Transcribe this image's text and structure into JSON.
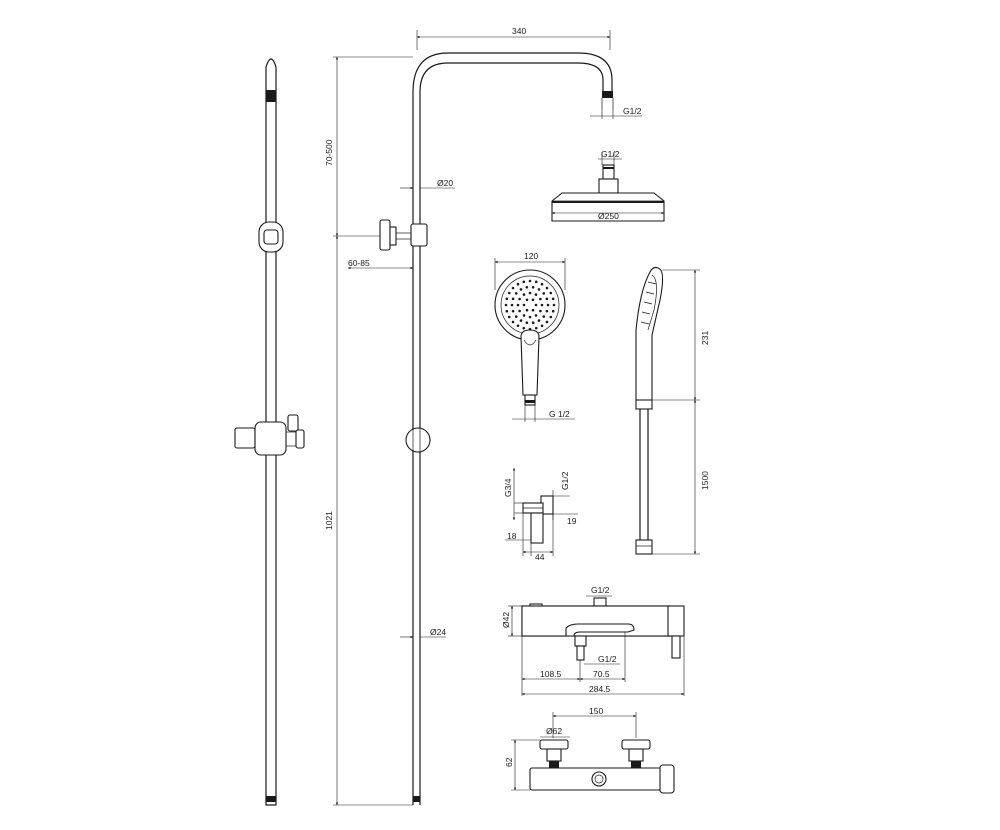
{
  "dimensions": {
    "top_width": "340",
    "rail_adjust": "70-500",
    "pipe_dia_top": "Ø20",
    "wall_depth": "60-85",
    "total_height": "1021",
    "pipe_dia_bottom": "Ø24",
    "thread_head": "G1/2",
    "thread_head_view": "G1/2",
    "head_dia": "Ø250",
    "hand_width": "120",
    "hand_thread": "G 1/2",
    "hand_length": "231",
    "hose_length": "1500",
    "elbow_thread_left": "G3/4",
    "elbow_thread_right": "G1/2",
    "elbow_19": "19",
    "elbow_18": "18",
    "elbow_44": "44",
    "mixer_thread_top": "G1/2",
    "mixer_dia": "Ø42",
    "mixer_thread_bottom": "G1/2",
    "mixer_108": "108.5",
    "mixer_70": "70.5",
    "mixer_total": "284.5",
    "mixer_centers": "150",
    "mixer_handle_dia": "Ø62",
    "mixer_height": "62"
  }
}
